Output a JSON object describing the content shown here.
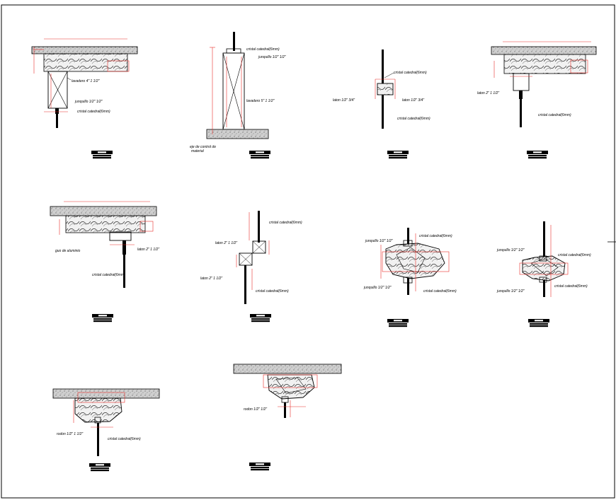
{
  "details": [
    {
      "id": "d1",
      "labels": {
        "a": "lavadero 4\" 1 1/2\"",
        "b": "junquillo 1/2\" 1/2\"",
        "c": "cristal catedral(6mm)"
      }
    },
    {
      "id": "d2",
      "labels": {
        "a": "cristal catedral(6mm)",
        "b": "junquillo 1/2\" 1/2\"",
        "c": "lavadero 5\" 1 1/2\"",
        "d": "eje de control de",
        "e": "material"
      }
    },
    {
      "id": "d3",
      "labels": {
        "a": "cristal catedral(6mm)",
        "b": "laton 1/2\" 3/4\"",
        "c": "laton 1/2\" 3/4\"",
        "d": "cristal catedral(6mm)"
      }
    },
    {
      "id": "d4",
      "labels": {
        "a": "laton 2\" 1 1/2\"",
        "b": "cristal catedral(6mm)"
      }
    },
    {
      "id": "d5",
      "labels": {
        "a": "guo de aluminio",
        "b": "laton 2\" 1 1/2\"",
        "c": "cristal catedral(6mm)"
      }
    },
    {
      "id": "d6",
      "labels": {
        "a": "cristal catedral(6mm)",
        "b": "laton 2\" 1 1/2\"",
        "c": "laton 2\" 1 1/2\"",
        "d": "cristal catedral(6mm)"
      }
    },
    {
      "id": "d7",
      "labels": {
        "a": "junquillo 1/2\" 1/2\"",
        "b": "cristal catedral(6mm)",
        "c": "junquillo 1/2\" 1/2\"",
        "d": "cristal catedral(6mm)"
      }
    },
    {
      "id": "d8",
      "labels": {
        "a": "junquillo 1/2\" 1/2\"",
        "b": "cristal catedral(6mm)",
        "c": "junquillo 1/2\" 1/2\"",
        "d": "cristal catedral(6mm)"
      }
    },
    {
      "id": "d9",
      "labels": {
        "a": "rodon 1/2\" 1 1/2\"",
        "b": "cristal catedral(6mm)"
      }
    },
    {
      "id": "d10",
      "labels": {
        "a": "rodon 1/2\" 1/2\""
      }
    }
  ],
  "colors": {
    "line": "#000000",
    "dimension": "#e8302a",
    "hatch": "#5a5a5a",
    "paper": "#ffffff"
  },
  "icons": {
    "title_block": "detail-title-tag"
  }
}
